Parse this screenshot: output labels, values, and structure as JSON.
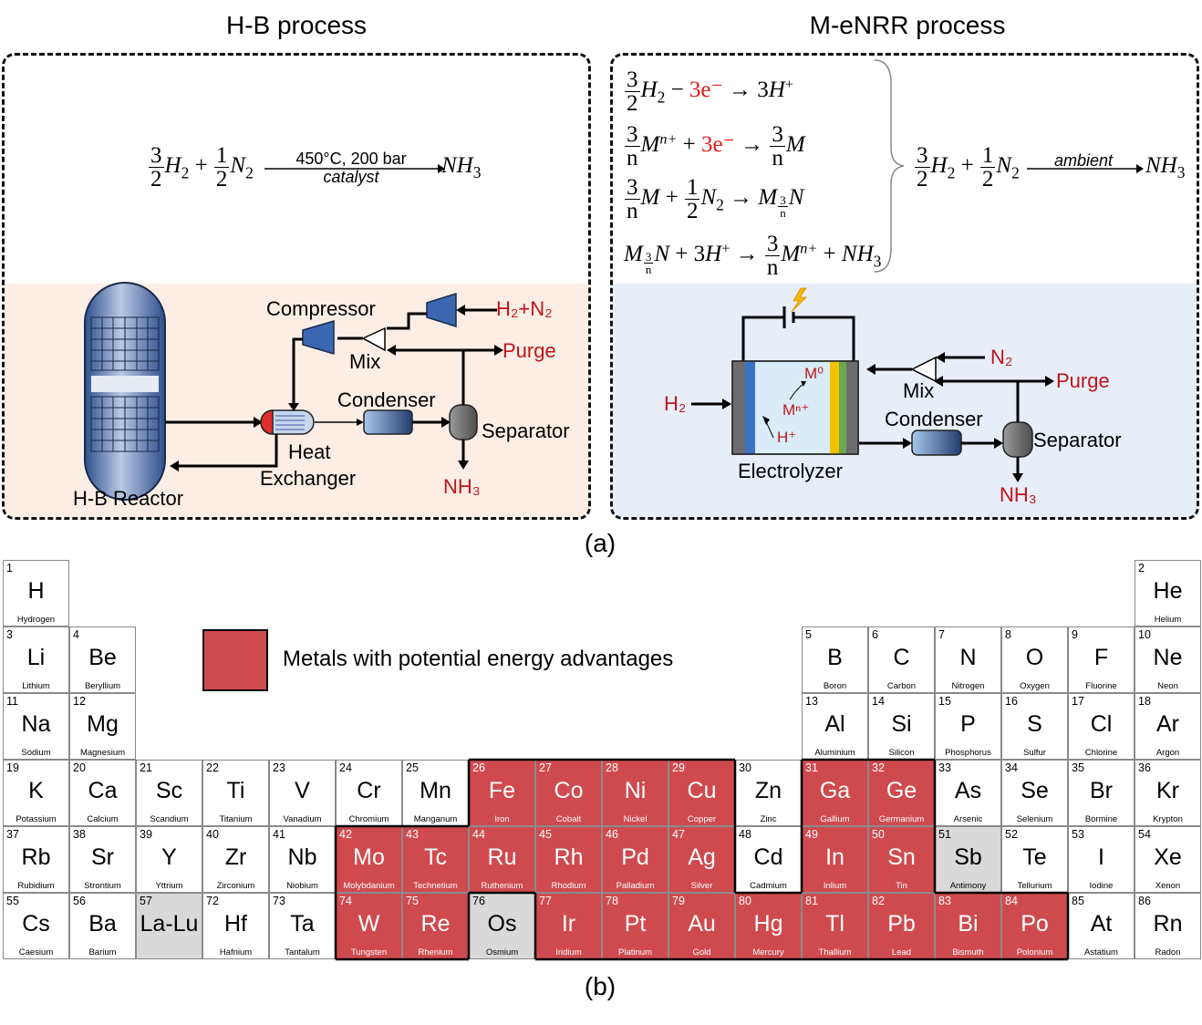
{
  "panel_a": {
    "hb_title": "H-B process",
    "menrr_title": "M-eNRR process",
    "hb": {
      "condition_top": "450°C, 200 bar",
      "condition_bottom": "catalyst",
      "compressor": "Compressor",
      "mix": "Mix",
      "condenser": "Condenser",
      "separator": "Separator",
      "heat": "Heat",
      "exchanger": "Exchanger",
      "reactor": "H-B Reactor",
      "feed": "H₂+N₂",
      "purge": "Purge",
      "product": "NH₃"
    },
    "menrr": {
      "overall_condition": "ambient",
      "electron_term": "3e⁻",
      "n2": "N₂",
      "purge": "Purge",
      "mix": "Mix",
      "condenser": "Condenser",
      "separator": "Separator",
      "h2": "H₂",
      "electrolyzer": "Electrolyzer",
      "m0": "M⁰",
      "mn": "Mⁿ⁺",
      "hplus": "H⁺",
      "product": "NH₃"
    },
    "caption": "(a)"
  },
  "panel_b": {
    "legend": "Metals with potential energy advantages",
    "caption": "(b)",
    "highlight_color": "#cf4a4f",
    "elements": [
      {
        "n": "1",
        "s": "H",
        "name": "Hydrogen",
        "row": 1,
        "col": 1,
        "t": ""
      },
      {
        "n": "2",
        "s": "He",
        "name": "Helium",
        "row": 1,
        "col": 18,
        "t": ""
      },
      {
        "n": "3",
        "s": "Li",
        "name": "Lithium",
        "row": 2,
        "col": 1,
        "t": ""
      },
      {
        "n": "4",
        "s": "Be",
        "name": "Beryllium",
        "row": 2,
        "col": 2,
        "t": ""
      },
      {
        "n": "5",
        "s": "B",
        "name": "Boron",
        "row": 2,
        "col": 13,
        "t": ""
      },
      {
        "n": "6",
        "s": "C",
        "name": "Carbon",
        "row": 2,
        "col": 14,
        "t": ""
      },
      {
        "n": "7",
        "s": "N",
        "name": "Nitrogen",
        "row": 2,
        "col": 15,
        "t": ""
      },
      {
        "n": "8",
        "s": "O",
        "name": "Oxygen",
        "row": 2,
        "col": 16,
        "t": ""
      },
      {
        "n": "9",
        "s": "F",
        "name": "Fluorine",
        "row": 2,
        "col": 17,
        "t": ""
      },
      {
        "n": "10",
        "s": "Ne",
        "name": "Neon",
        "row": 2,
        "col": 18,
        "t": ""
      },
      {
        "n": "11",
        "s": "Na",
        "name": "Sodium",
        "row": 3,
        "col": 1,
        "t": ""
      },
      {
        "n": "12",
        "s": "Mg",
        "name": "Magnesium",
        "row": 3,
        "col": 2,
        "t": ""
      },
      {
        "n": "13",
        "s": "Al",
        "name": "Aluminium",
        "row": 3,
        "col": 13,
        "t": ""
      },
      {
        "n": "14",
        "s": "Si",
        "name": "Silicon",
        "row": 3,
        "col": 14,
        "t": ""
      },
      {
        "n": "15",
        "s": "P",
        "name": "Phosphorus",
        "row": 3,
        "col": 15,
        "t": ""
      },
      {
        "n": "16",
        "s": "S",
        "name": "Sulfur",
        "row": 3,
        "col": 16,
        "t": ""
      },
      {
        "n": "17",
        "s": "Cl",
        "name": "Chlorine",
        "row": 3,
        "col": 17,
        "t": ""
      },
      {
        "n": "18",
        "s": "Ar",
        "name": "Argon",
        "row": 3,
        "col": 18,
        "t": ""
      },
      {
        "n": "19",
        "s": "K",
        "name": "Potassium",
        "row": 4,
        "col": 1,
        "t": ""
      },
      {
        "n": "20",
        "s": "Ca",
        "name": "Calcium",
        "row": 4,
        "col": 2,
        "t": ""
      },
      {
        "n": "21",
        "s": "Sc",
        "name": "Scandium",
        "row": 4,
        "col": 3,
        "t": ""
      },
      {
        "n": "22",
        "s": "Ti",
        "name": "Titanium",
        "row": 4,
        "col": 4,
        "t": ""
      },
      {
        "n": "23",
        "s": "V",
        "name": "Vanadium",
        "row": 4,
        "col": 5,
        "t": ""
      },
      {
        "n": "24",
        "s": "Cr",
        "name": "Chromium",
        "row": 4,
        "col": 6,
        "t": ""
      },
      {
        "n": "25",
        "s": "Mn",
        "name": "Manganum",
        "row": 4,
        "col": 7,
        "t": ""
      },
      {
        "n": "26",
        "s": "Fe",
        "name": "Iron",
        "row": 4,
        "col": 8,
        "t": "hl"
      },
      {
        "n": "27",
        "s": "Co",
        "name": "Cobalt",
        "row": 4,
        "col": 9,
        "t": "hl"
      },
      {
        "n": "28",
        "s": "Ni",
        "name": "Nickel",
        "row": 4,
        "col": 10,
        "t": "hl"
      },
      {
        "n": "29",
        "s": "Cu",
        "name": "Copper",
        "row": 4,
        "col": 11,
        "t": "hl"
      },
      {
        "n": "30",
        "s": "Zn",
        "name": "Zinc",
        "row": 4,
        "col": 12,
        "t": ""
      },
      {
        "n": "31",
        "s": "Ga",
        "name": "Gallium",
        "row": 4,
        "col": 13,
        "t": "hl"
      },
      {
        "n": "32",
        "s": "Ge",
        "name": "Germanium",
        "row": 4,
        "col": 14,
        "t": "hl"
      },
      {
        "n": "33",
        "s": "As",
        "name": "Arsenic",
        "row": 4,
        "col": 15,
        "t": ""
      },
      {
        "n": "34",
        "s": "Se",
        "name": "Selenium",
        "row": 4,
        "col": 16,
        "t": ""
      },
      {
        "n": "35",
        "s": "Br",
        "name": "Bormine",
        "row": 4,
        "col": 17,
        "t": ""
      },
      {
        "n": "36",
        "s": "Kr",
        "name": "Krypton",
        "row": 4,
        "col": 18,
        "t": ""
      },
      {
        "n": "37",
        "s": "Rb",
        "name": "Rubidium",
        "row": 5,
        "col": 1,
        "t": ""
      },
      {
        "n": "38",
        "s": "Sr",
        "name": "Strontium",
        "row": 5,
        "col": 2,
        "t": ""
      },
      {
        "n": "39",
        "s": "Y",
        "name": "Yttrium",
        "row": 5,
        "col": 3,
        "t": ""
      },
      {
        "n": "40",
        "s": "Zr",
        "name": "Zirconium",
        "row": 5,
        "col": 4,
        "t": ""
      },
      {
        "n": "41",
        "s": "Nb",
        "name": "Niobium",
        "row": 5,
        "col": 5,
        "t": ""
      },
      {
        "n": "42",
        "s": "Mo",
        "name": "Molybdanium",
        "row": 5,
        "col": 6,
        "t": "hl"
      },
      {
        "n": "43",
        "s": "Tc",
        "name": "Technetium",
        "row": 5,
        "col": 7,
        "t": "hl"
      },
      {
        "n": "44",
        "s": "Ru",
        "name": "Ruthenium",
        "row": 5,
        "col": 8,
        "t": "hl"
      },
      {
        "n": "45",
        "s": "Rh",
        "name": "Rhodium",
        "row": 5,
        "col": 9,
        "t": "hl"
      },
      {
        "n": "46",
        "s": "Pd",
        "name": "Palladium",
        "row": 5,
        "col": 10,
        "t": "hl"
      },
      {
        "n": "47",
        "s": "Ag",
        "name": "Silver",
        "row": 5,
        "col": 11,
        "t": "hl"
      },
      {
        "n": "48",
        "s": "Cd",
        "name": "Cadmium",
        "row": 5,
        "col": 12,
        "t": ""
      },
      {
        "n": "49",
        "s": "In",
        "name": "Inlium",
        "row": 5,
        "col": 13,
        "t": "hl"
      },
      {
        "n": "50",
        "s": "Sn",
        "name": "Tin",
        "row": 5,
        "col": 14,
        "t": "hl"
      },
      {
        "n": "51",
        "s": "Sb",
        "name": "Antimony",
        "row": 5,
        "col": 15,
        "t": "gray"
      },
      {
        "n": "52",
        "s": "Te",
        "name": "Tellurium",
        "row": 5,
        "col": 16,
        "t": ""
      },
      {
        "n": "53",
        "s": "I",
        "name": "Iodine",
        "row": 5,
        "col": 17,
        "t": ""
      },
      {
        "n": "54",
        "s": "Xe",
        "name": "Xenon",
        "row": 5,
        "col": 18,
        "t": ""
      },
      {
        "n": "55",
        "s": "Cs",
        "name": "Caesium",
        "row": 6,
        "col": 1,
        "t": ""
      },
      {
        "n": "56",
        "s": "Ba",
        "name": "Barium",
        "row": 6,
        "col": 2,
        "t": ""
      },
      {
        "n": "57",
        "s": "La-Lu",
        "name": "",
        "row": 6,
        "col": 3,
        "t": "gray"
      },
      {
        "n": "72",
        "s": "Hf",
        "name": "Hafnium",
        "row": 6,
        "col": 4,
        "t": ""
      },
      {
        "n": "73",
        "s": "Ta",
        "name": "Tantalum",
        "row": 6,
        "col": 5,
        "t": ""
      },
      {
        "n": "74",
        "s": "W",
        "name": "Tungsten",
        "row": 6,
        "col": 6,
        "t": "hl"
      },
      {
        "n": "75",
        "s": "Re",
        "name": "Rhenium",
        "row": 6,
        "col": 7,
        "t": "hl"
      },
      {
        "n": "76",
        "s": "Os",
        "name": "Osmium",
        "row": 6,
        "col": 8,
        "t": "gray"
      },
      {
        "n": "77",
        "s": "Ir",
        "name": "Iridium",
        "row": 6,
        "col": 9,
        "t": "hl"
      },
      {
        "n": "78",
        "s": "Pt",
        "name": "Platinum",
        "row": 6,
        "col": 10,
        "t": "hl"
      },
      {
        "n": "79",
        "s": "Au",
        "name": "Gold",
        "row": 6,
        "col": 11,
        "t": "hl"
      },
      {
        "n": "80",
        "s": "Hg",
        "name": "Mercury",
        "row": 6,
        "col": 12,
        "t": "hl"
      },
      {
        "n": "81",
        "s": "Tl",
        "name": "Thallium",
        "row": 6,
        "col": 13,
        "t": "hl"
      },
      {
        "n": "82",
        "s": "Pb",
        "name": "Lead",
        "row": 6,
        "col": 14,
        "t": "hl"
      },
      {
        "n": "83",
        "s": "Bi",
        "name": "Bismuth",
        "row": 6,
        "col": 15,
        "t": "hl"
      },
      {
        "n": "84",
        "s": "Po",
        "name": "Polonium",
        "row": 6,
        "col": 16,
        "t": "hl"
      },
      {
        "n": "85",
        "s": "At",
        "name": "Astatium",
        "row": 6,
        "col": 17,
        "t": ""
      },
      {
        "n": "86",
        "s": "Rn",
        "name": "Radon",
        "row": 6,
        "col": 18,
        "t": ""
      }
    ]
  }
}
